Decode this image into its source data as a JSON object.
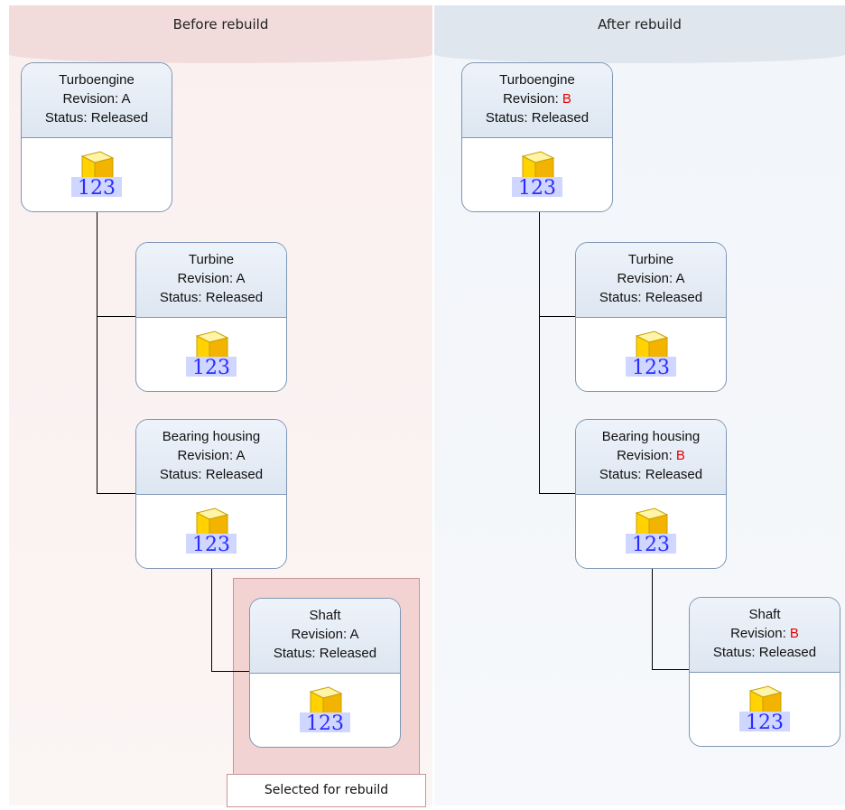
{
  "panels": {
    "before": {
      "title": "Before rebuild"
    },
    "after": {
      "title": "After rebuild"
    }
  },
  "before_nodes": [
    {
      "name": "Turboengine",
      "revision_label": "Revision: ",
      "revision": "A",
      "status": "Status: Released"
    },
    {
      "name": "Turbine",
      "revision_label": "Revision: ",
      "revision": "A",
      "status": "Status: Released"
    },
    {
      "name": "Bearing housing",
      "revision_label": "Revision: ",
      "revision": "A",
      "status": "Status: Released"
    },
    {
      "name": "Shaft",
      "revision_label": "Revision: ",
      "revision": "A",
      "status": "Status: Released"
    }
  ],
  "after_nodes": [
    {
      "name": "Turboengine",
      "revision_label": "Revision: ",
      "revision": "B",
      "status": "Status: Released"
    },
    {
      "name": "Turbine",
      "revision_label": "Revision: ",
      "revision": "A",
      "status": "Status: Released"
    },
    {
      "name": "Bearing housing",
      "revision_label": "Revision: ",
      "revision": "B",
      "status": "Status: Released"
    },
    {
      "name": "Shaft",
      "revision_label": "Revision: ",
      "revision": "B",
      "status": "Status: Released"
    }
  ],
  "icon": {
    "name": "part-cube-icon",
    "text": "123"
  },
  "selection": {
    "label": "Selected for rebuild"
  },
  "colors": {
    "changed_revision": "#e60000"
  }
}
